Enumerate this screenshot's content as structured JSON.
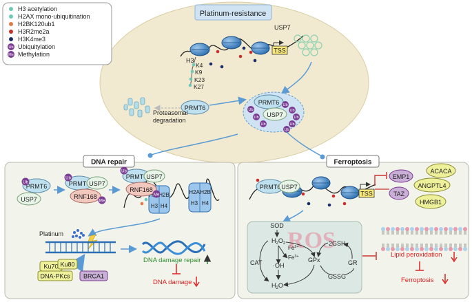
{
  "legend": {
    "items": [
      {
        "label": "H3 acetylation",
        "color": "#6fc7b8",
        "shape": "dot"
      },
      {
        "label": "H2AX mono-ubiquitination",
        "color": "#6fc7b8",
        "shape": "dot"
      },
      {
        "label": "H2BK120ub1",
        "color": "#e07a4a",
        "shape": "dot"
      },
      {
        "label": "H3R2me2a",
        "color": "#c8302c",
        "shape": "dot"
      },
      {
        "label": "H3K4me3",
        "color": "#1a2d6b",
        "shape": "dot"
      },
      {
        "label": "Ubiquitylation",
        "color": "#7b3c93",
        "shape": "badge",
        "badge": "Ub"
      },
      {
        "label": "Methylation",
        "color": "#7b3c93",
        "shape": "badge",
        "badge": "Me"
      }
    ]
  },
  "top": {
    "title": "Platinum-resistance",
    "h3_label": "H3",
    "residues": [
      "K4",
      "K9",
      "K23",
      "K27"
    ],
    "tss": "TSS",
    "usp7": "USP7",
    "prmt6": "PRMT6",
    "degradation_line1": "Proteasomal",
    "degradation_line2": "degradation",
    "complex_prmt6": "PRMT6",
    "complex_usp7": "USP7",
    "ub": "Ub"
  },
  "dna_repair": {
    "title": "DNA repair",
    "prmt6": "PRMT6",
    "usp7": "USP7",
    "rnf168": "RNF168",
    "me": "Me",
    "ub": "Ub",
    "h2a": "H2A",
    "h2b": "H2B",
    "h3": "H3",
    "h4": "H4",
    "platinum": "Platinum",
    "ku70": "Ku70",
    "ku80": "Ku80",
    "dnapkcs": "DNA-PKcs",
    "brca1": "BRCA1",
    "repair_label": "DNA damage repair",
    "damage_label": "DNA damage"
  },
  "ferroptosis": {
    "title": "Ferroptosis",
    "prmt6": "PRMT6",
    "usp7": "USP7",
    "tss": "TSS",
    "emp1": "EMP1",
    "taz": "TAZ",
    "acaca": "ACACA",
    "angptl4": "ANGPTL4",
    "hmgb1": "HMGB1",
    "ros": "ROS",
    "sod": "SOD",
    "h2o2_main": "H",
    "h2o2_sub1": "2",
    "h2o2_mid": "O",
    "h2o2_sub2": "2",
    "fe2": "Fe",
    "fe2_sup": "2+",
    "fe3": "Fe",
    "fe3_sup": "3+",
    "cat": "CAT",
    "oh": "·OH",
    "h2o_main": "H",
    "h2o_sub": "2",
    "h2o_end": "O",
    "gpx": "GPx",
    "gr": "GR",
    "twogsh": "2GSH",
    "gssg": "GSSG",
    "lipid_label": "Lipid peroxidation",
    "ferro_label": "Ferroptosis"
  }
}
